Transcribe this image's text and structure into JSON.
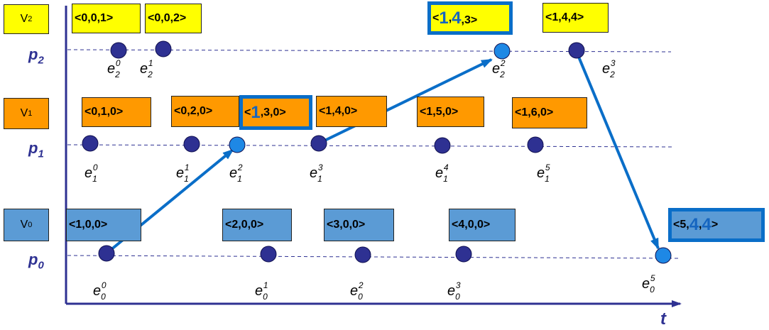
{
  "axis_label": "t",
  "vector_labels": [
    {
      "id": "V2",
      "base": "V",
      "sub": "2",
      "color": "#ffff00"
    },
    {
      "id": "V1",
      "base": "V",
      "sub": "1",
      "color": "#ff9900"
    },
    {
      "id": "V0",
      "base": "V",
      "sub": "0",
      "color": "#5b9bd5"
    }
  ],
  "process_labels": [
    {
      "id": "p2",
      "base": "p",
      "sub": "2"
    },
    {
      "id": "p1",
      "base": "p",
      "sub": "1"
    },
    {
      "id": "p0",
      "base": "p",
      "sub": "0"
    }
  ],
  "vector_clocks": [
    {
      "id": "vc-p2-0",
      "text": "<0,0,1>",
      "color": "yellow"
    },
    {
      "id": "vc-p2-1",
      "text": "<0,0,2>",
      "color": "yellow"
    },
    {
      "id": "vc-p2-2",
      "parts": [
        "<",
        "1",
        ",",
        "4",
        ",3>"
      ],
      "color": "yellow",
      "highlight": true
    },
    {
      "id": "vc-p2-3",
      "text": "<1,4,4>",
      "color": "yellow"
    },
    {
      "id": "vc-p1-0",
      "text": "<0,1,0>",
      "color": "orange"
    },
    {
      "id": "vc-p1-1",
      "text": "<0,2,0>",
      "color": "orange"
    },
    {
      "id": "vc-p1-2",
      "parts": [
        "<",
        "1",
        ",3,0>"
      ],
      "color": "orange",
      "highlight": true
    },
    {
      "id": "vc-p1-3",
      "text": "<1,4,0>",
      "color": "orange"
    },
    {
      "id": "vc-p1-4",
      "text": "<1,5,0>",
      "color": "orange"
    },
    {
      "id": "vc-p1-5",
      "text": "<1,6,0>",
      "color": "orange"
    },
    {
      "id": "vc-p0-0",
      "text": "<1,0,0>",
      "color": "blue"
    },
    {
      "id": "vc-p0-1",
      "text": "<2,0,0>",
      "color": "blue"
    },
    {
      "id": "vc-p0-2",
      "text": "<3,0,0>",
      "color": "blue"
    },
    {
      "id": "vc-p0-3",
      "text": "<4,0,0>",
      "color": "blue"
    },
    {
      "id": "vc-p0-5",
      "parts": [
        "<5,",
        "4",
        ",",
        "4",
        ">"
      ],
      "color": "blue",
      "highlight": true
    }
  ],
  "events": [
    {
      "id": "e2-0",
      "base": "e",
      "sub": "2",
      "sup": "0"
    },
    {
      "id": "e2-1",
      "base": "e",
      "sub": "2",
      "sup": "1"
    },
    {
      "id": "e2-2",
      "base": "e",
      "sub": "2",
      "sup": "2"
    },
    {
      "id": "e2-3",
      "base": "e",
      "sub": "2",
      "sup": "3"
    },
    {
      "id": "e1-0",
      "base": "e",
      "sub": "1",
      "sup": "0"
    },
    {
      "id": "e1-1",
      "base": "e",
      "sub": "1",
      "sup": "1"
    },
    {
      "id": "e1-2",
      "base": "e",
      "sub": "1",
      "sup": "2"
    },
    {
      "id": "e1-3",
      "base": "e",
      "sub": "1",
      "sup": "3"
    },
    {
      "id": "e1-4",
      "base": "e",
      "sub": "1",
      "sup": "4"
    },
    {
      "id": "e1-5",
      "base": "e",
      "sub": "1",
      "sup": "5"
    },
    {
      "id": "e0-0",
      "base": "e",
      "sub": "0",
      "sup": "0"
    },
    {
      "id": "e0-1",
      "base": "e",
      "sub": "0",
      "sup": "1"
    },
    {
      "id": "e0-2",
      "base": "e",
      "sub": "0",
      "sup": "2"
    },
    {
      "id": "e0-3",
      "base": "e",
      "sub": "0",
      "sup": "3"
    },
    {
      "id": "e0-5",
      "base": "e",
      "sub": "0",
      "sup": "5"
    }
  ],
  "colors": {
    "axis": "#2e3192",
    "timeline": "#2e3192",
    "event_dot": "#2e3192",
    "message_dot": "#1e88e5",
    "message_arrow": "#0a6ec8",
    "highlight_digit": "#1565c0"
  }
}
